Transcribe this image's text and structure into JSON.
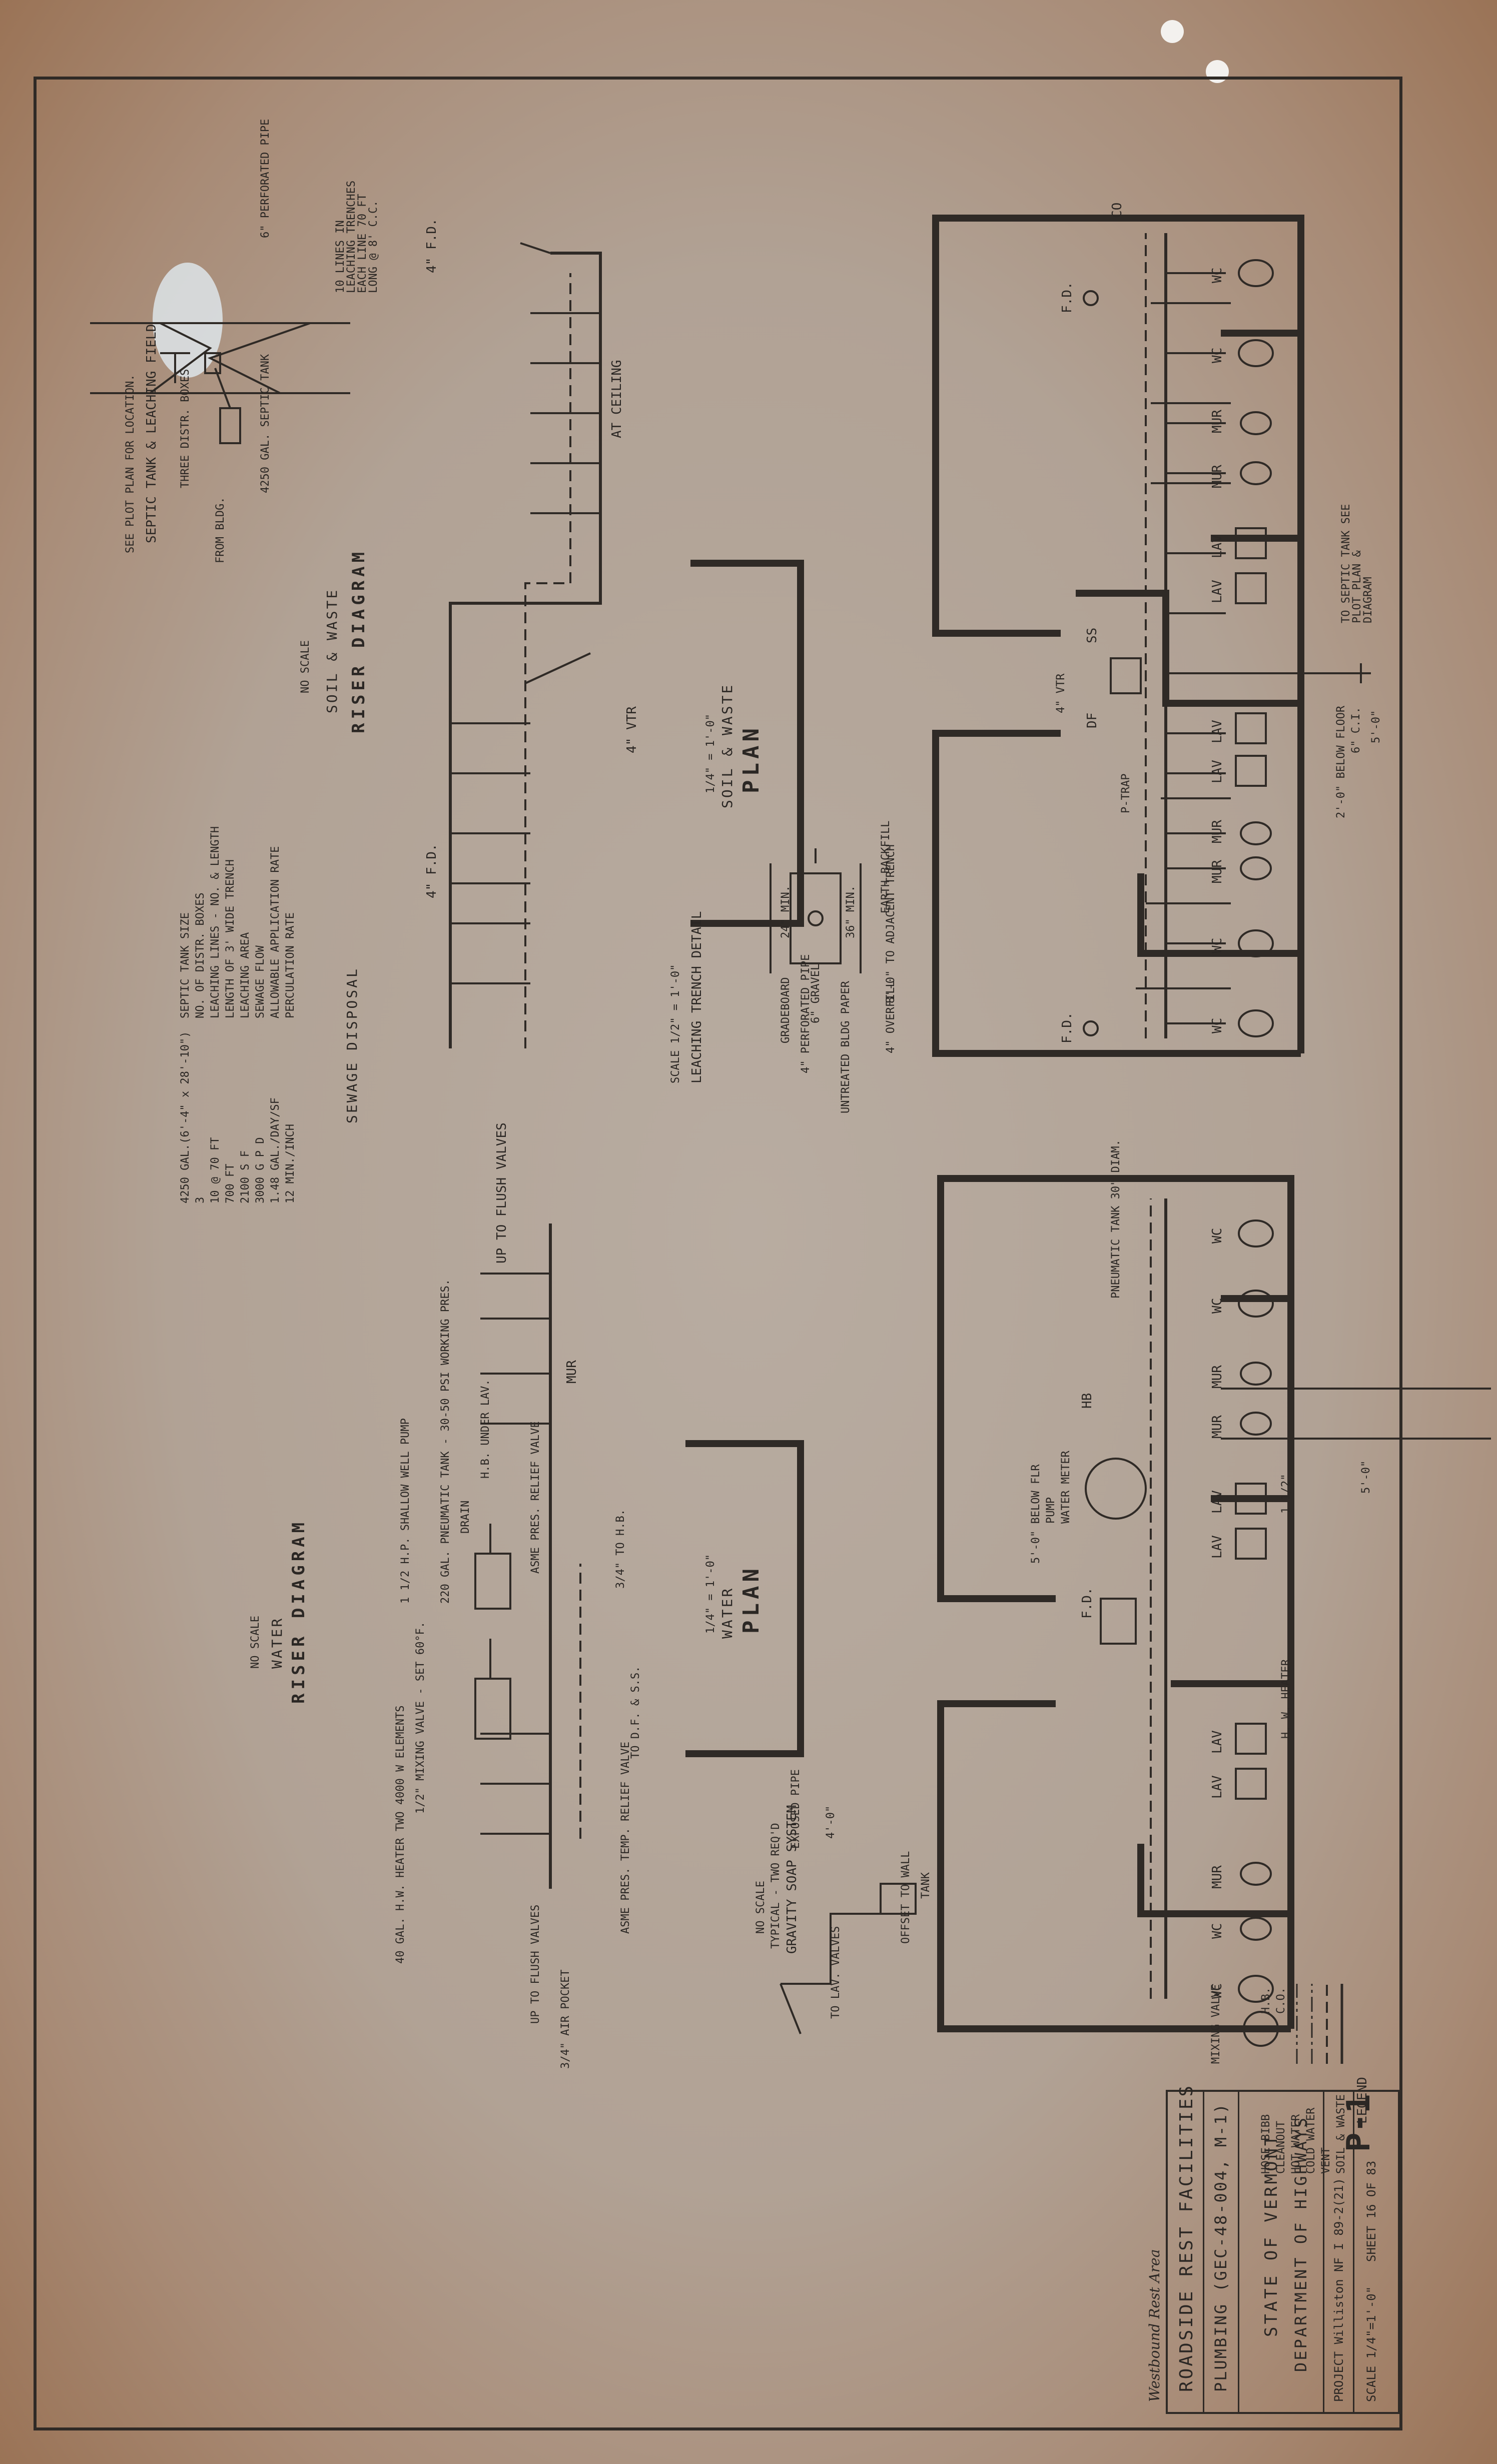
{
  "plan_soil": {
    "title": "PLAN",
    "subtitle": "SOIL & WASTE",
    "scale": "1/4\" = 1'-0\""
  },
  "plan_water": {
    "title": "PLAN",
    "subtitle": "WATER",
    "scale": "1/4\" = 1'-0\""
  },
  "riser_soil": {
    "title": "RISER DIAGRAM",
    "subtitle": "SOIL & WASTE",
    "scale": "NO SCALE"
  },
  "riser_water": {
    "title": "RISER DIAGRAM",
    "subtitle": "WATER",
    "scale": "NO SCALE"
  },
  "leaching": {
    "title": "LEACHING TRENCH DETAIL",
    "scale": "SCALE 1/2\" = 1'-0\"",
    "notes": [
      "8'-0\" TO ADJACENT TRENCH",
      "EARTH BACKFILL",
      "4\" OVERFILL",
      "UNTREATED BLDG PAPER",
      "6\" GRAVEL",
      "4\" PERFORATED PIPE",
      "GRADEBOARD",
      "36\" MIN.",
      "24\" MIN."
    ]
  },
  "septic_field": {
    "notes": [
      "6\" PERFORATED PIPE",
      "10 LINES IN LEACHING TRENCHES EACH LINE 70 FT LONG @ 8' C.C.",
      "4250 GAL. SEPTIC TANK",
      "FROM BLDG.",
      "THREE DISTR. BOXES",
      "SEPTIC TANK & LEACHING FIELD",
      "SEE PLOT PLAN FOR LOCATION."
    ]
  },
  "sewage": {
    "title": "SEWAGE DISPOSAL",
    "rows": [
      {
        "label": "PERCULATION RATE",
        "value": "12 MIN./INCH"
      },
      {
        "label": "ALLOWABLE APPLICATION RATE",
        "value": "1.48 GAL./DAY/SF"
      },
      {
        "label": "SEWAGE FLOW",
        "value": "3000 G P D"
      },
      {
        "label": "LEACHING AREA",
        "value": "2100 S F"
      },
      {
        "label": "LENGTH OF 3' WIDE TRENCH",
        "value": "700 FT"
      },
      {
        "label": "LEACHING LINES - NO. & LENGTH",
        "value": "10 @ 70 FT"
      },
      {
        "label": "NO. OF DISTR. BOXES",
        "value": "3"
      },
      {
        "label": "SEPTIC TANK SIZE",
        "value": "4250 GAL.(6'-4\" x 28'-10\")"
      }
    ]
  },
  "legend": {
    "title": "LEGEND",
    "items": [
      {
        "label": "SOIL & WASTE",
        "sym": ""
      },
      {
        "label": "VENT",
        "sym": ""
      },
      {
        "label": "COLD WATER",
        "sym": ""
      },
      {
        "label": "HOT WATER",
        "sym": ""
      },
      {
        "label": "CLEANOUT",
        "sym": "C.O."
      },
      {
        "label": "HOSE BIBB",
        "sym": "H.B."
      }
    ]
  },
  "soap": {
    "title": "GRAVITY SOAP SYSTEM",
    "sub": "TYPICAL - TWO REQ'D",
    "scale": "NO SCALE",
    "notes": [
      "TANK",
      "OFFSET TO WALL",
      "EXPOSED PIPE",
      "TO LAV. VALVES",
      "4'-0\""
    ]
  },
  "fixtures": {
    "wc": "WC",
    "mur": "MUR",
    "lav": "LAV",
    "fd": "F.D.",
    "df": "DF",
    "ss": "SS",
    "co": "CO",
    "vtr": "4\" VTR",
    "hb": "HB"
  },
  "plan_soil_notes": [
    "TO SEPTIC TANK SEE PLOT PLAN & DIAGRAM",
    "6\" C.I.",
    "5'-0\"",
    "2'-0\" BELOW FLOOR",
    "P-TRAP",
    "4\" VTR"
  ],
  "plan_water_notes": [
    "PNEUMATIC TANK 30\" DIAM.",
    "WATER METER",
    "PUMP",
    "5'-0\" BELOW FLR",
    "H. W. HEATER",
    "MIXING VALVE",
    "5'-0\"",
    "1 1/2\""
  ],
  "riser_soil_notes": [
    "AT CEILING",
    "4\" VTR",
    "4\" F.D."
  ],
  "riser_water_notes": [
    "UP TO FLUSH VALVES",
    "MUR",
    "H.B. UNDER LAV.",
    "220 GAL. PNEUMATIC TANK - 30-50 PSI WORKING PRES.",
    "1 1/2 H.P. SHALLOW WELL PUMP",
    "DRAIN",
    "ASME PRES. RELIEF VALVE",
    "3/4\" TO H.B.",
    "TO D.F. & S.S.",
    "ASME PRES. TEMP. RELIEF VALVE",
    "1/2\" MIXING VALVE - SET 60°F.",
    "40 GAL. H.W. HEATER TWO 4000 W ELEMENTS",
    "UP TO FLUSH VALVES",
    "3/4\" AIR POCKET"
  ],
  "title_block": {
    "handwritten": "Westbound Rest Area",
    "line1": "ROADSIDE REST FACILITIES",
    "line2": "PLUMBING (GEC-48-004, M-1)",
    "state": "STATE OF VERMONT",
    "dept": "DEPARTMENT OF HIGHWAYS",
    "project": "PROJECT Williston  NF I 89-2(21)",
    "scale": "SCALE 1/4\"=1'-0\"",
    "sheet": "SHEET 16 OF 83",
    "sheet_no": "P-1"
  }
}
